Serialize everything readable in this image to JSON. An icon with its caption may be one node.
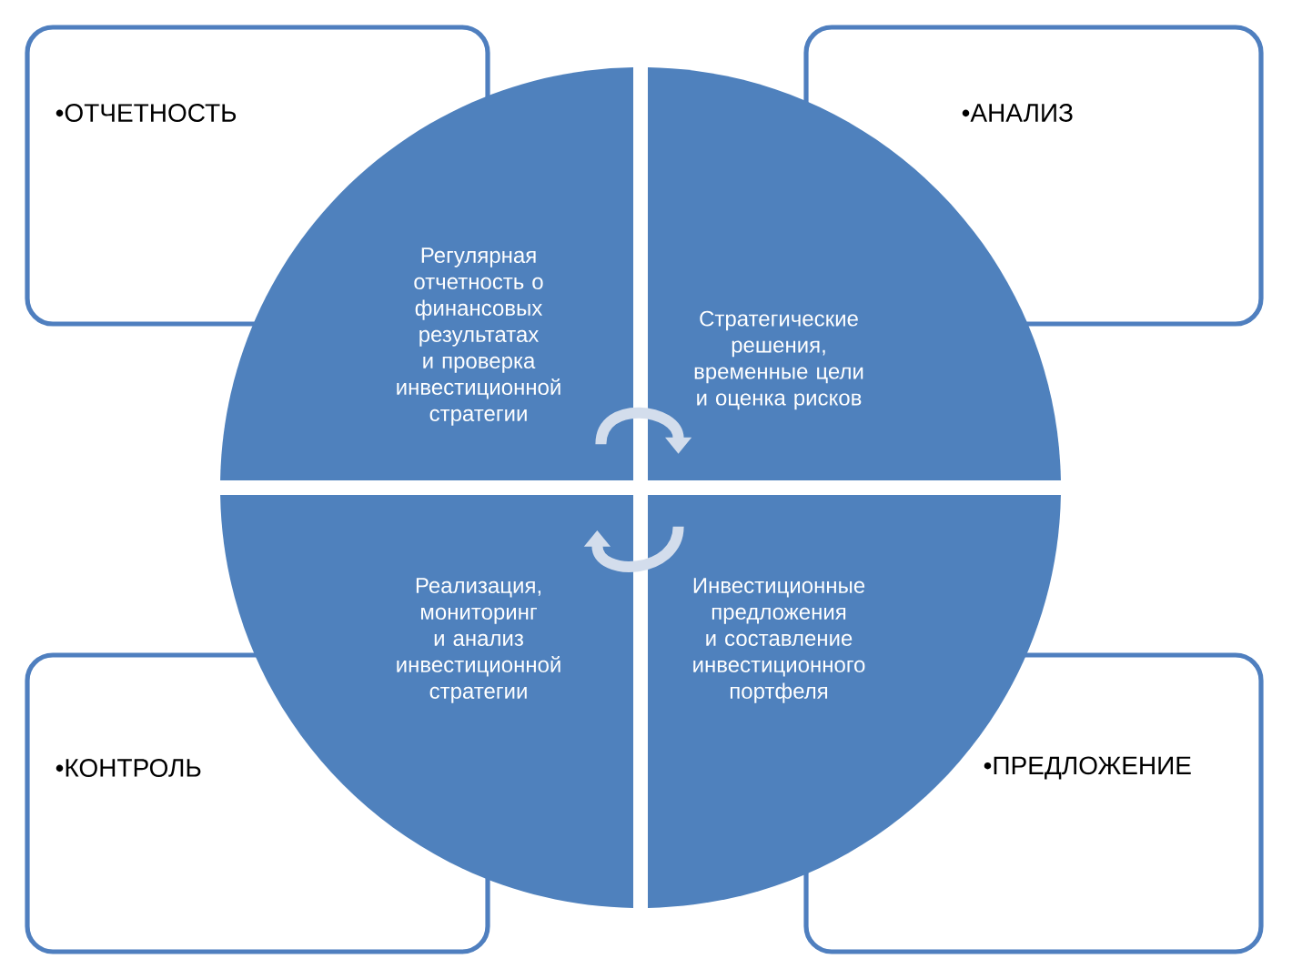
{
  "diagram": {
    "nodes": [
      {
        "text": [
          "•ОТЧЕТНОСТЬ"
        ]
      },
      {
        "text": [
          "•АНАЛИЗ"
        ]
      },
      {
        "text": [
          "Регулярная отчетность о финансовых результатах и проверка инвестиционной стратегии"
        ]
      },
      {
        "text": [
          "Стратегические решения, временные цели и оценка рисков"
        ]
      },
      {
        "text": [
          "Реализация, мониторинг и анализ инвестиционной стратегии"
        ]
      },
      {
        "text": [
          "Инвестиционные предложения и составление инвестиционного портфеля"
        ]
      },
      {
        "text": [
          "•КОНТРОЛЬ"
        ]
      },
      {
        "text": [
          "•ПРЕДЛОЖЕНИЕ"
        ]
      }
    ],
    "edges": [
      {
        "from": 2,
        "to": 3,
        "arrow": "to"
      },
      {
        "from": 5,
        "to": 4,
        "arrow": "to"
      }
    ]
  }
}
